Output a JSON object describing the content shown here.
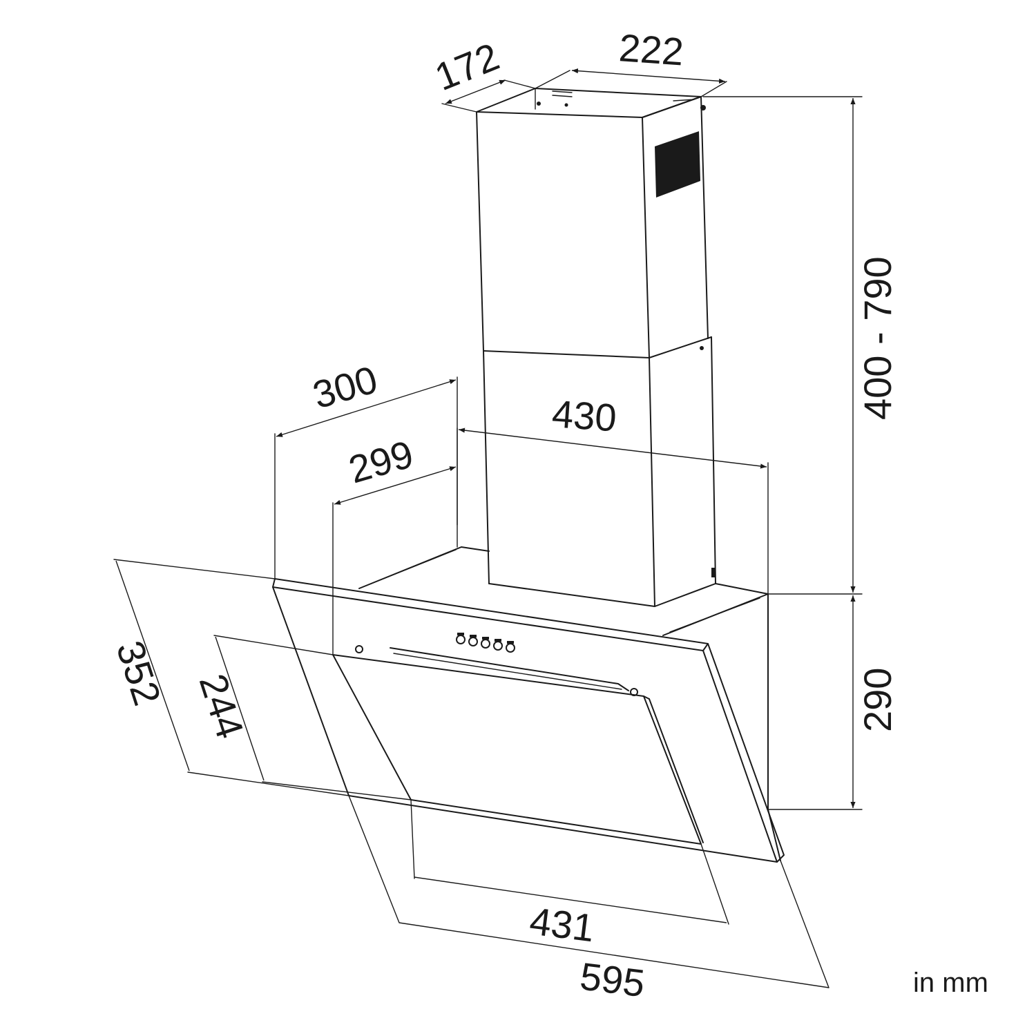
{
  "dimensions": {
    "chimney_depth": "172",
    "chimney_width": "222",
    "chimney_height": "400 - 790",
    "body_depth": "300",
    "body_inner_depth": "299",
    "body_width": "430",
    "body_height": "290",
    "glass_height": "352",
    "glass_inner_height": "244",
    "glass_inner_width": "431",
    "glass_width": "595"
  },
  "unit_label": "in mm",
  "colors": {
    "line": "#1a1a1a",
    "background": "#ffffff"
  }
}
